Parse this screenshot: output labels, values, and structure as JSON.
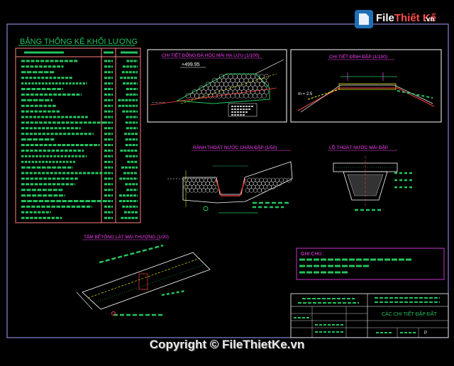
{
  "header": {
    "logo": {
      "prefix": "File",
      "highlight": "Thiết Kế",
      "suffix": ".vn"
    }
  },
  "table": {
    "title": "BẢNG THỐNG KÊ KHỐI LƯỢNG"
  },
  "details": {
    "d1_title": "CHI TIẾT ĐỐNG ĐÁ HỘC MÁI HẠ LƯU (1/100)",
    "d1_elev": "+499.95",
    "d2_title": "CHI TIẾT ĐỈNH ĐẬP (1/100)",
    "d2_slope": "m = 2.5",
    "d3_title": "RÃNH THOÁT NƯỚC CHÂN ĐẬP (1/50)",
    "d4_title": "LỖ THOÁT NƯỚC MÁI ĐẬP",
    "d5_title": "TẤM BÊTÔNG LÁT MÁI THƯỢNG (1/20)"
  },
  "notes": {
    "title": "GHI CHÚ :"
  },
  "title_block": {
    "cell_a": "CÁC CHI TIẾT ĐẬP ĐẤT",
    "right_label": "P"
  },
  "footer": {
    "copyright": "Copyright © FileThietKe.vn"
  },
  "colors": {
    "frame": "#a0a0ff",
    "table_border": "#ff8080",
    "green": "#22c55e",
    "yellow": "#ffff00",
    "magenta": "#ff40ff",
    "cyan": "#00ffff",
    "red": "#ff4040",
    "white": "#ffffff"
  }
}
